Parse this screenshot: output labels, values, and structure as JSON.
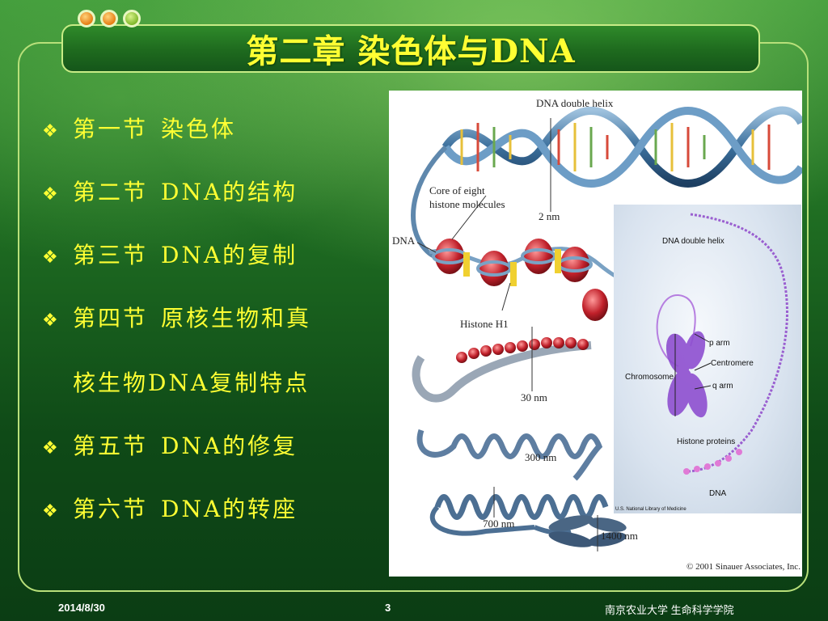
{
  "slide": {
    "title": "第二章 染色体与DNA"
  },
  "bullets": [
    {
      "label": "第一节",
      "text": "染色体"
    },
    {
      "label": "第二节",
      "text": "DNA的结构"
    },
    {
      "label": "第三节",
      "text": "DNA的复制"
    },
    {
      "label": "第四节",
      "text": "原核生物和真",
      "continuation": "核生物DNA复制特点"
    },
    {
      "label": "第五节",
      "text": "DNA的修复"
    },
    {
      "label": "第六节",
      "text": "DNA的转座"
    }
  ],
  "figure": {
    "labels": {
      "helix": "DNA double helix",
      "core1": "Core of eight",
      "core2": "histone molecules",
      "nm2": "2 nm",
      "dna": "DNA",
      "h1": "Histone H1",
      "nm30": "30 nm",
      "nm300": "300 nm",
      "nm700": "700 nm",
      "nm1400": "1400 nm",
      "copyright": "© 2001 Sinauer Associates, Inc."
    },
    "inset": {
      "helix": "DNA double helix",
      "parm": "p arm",
      "centromere": "Centromere",
      "chromosome": "Chromosome",
      "qarm": "q arm",
      "histone": "Histone proteins",
      "dna": "DNA",
      "credit": "U.S. National Library of Medicine"
    }
  },
  "footer": {
    "date": "2014/8/30",
    "page": "3",
    "org": "南京农业大学  生命科学学院"
  },
  "colors": {
    "accent_text": "#ffff33",
    "frame": "#b8e07a",
    "background": "#1f6d22"
  }
}
